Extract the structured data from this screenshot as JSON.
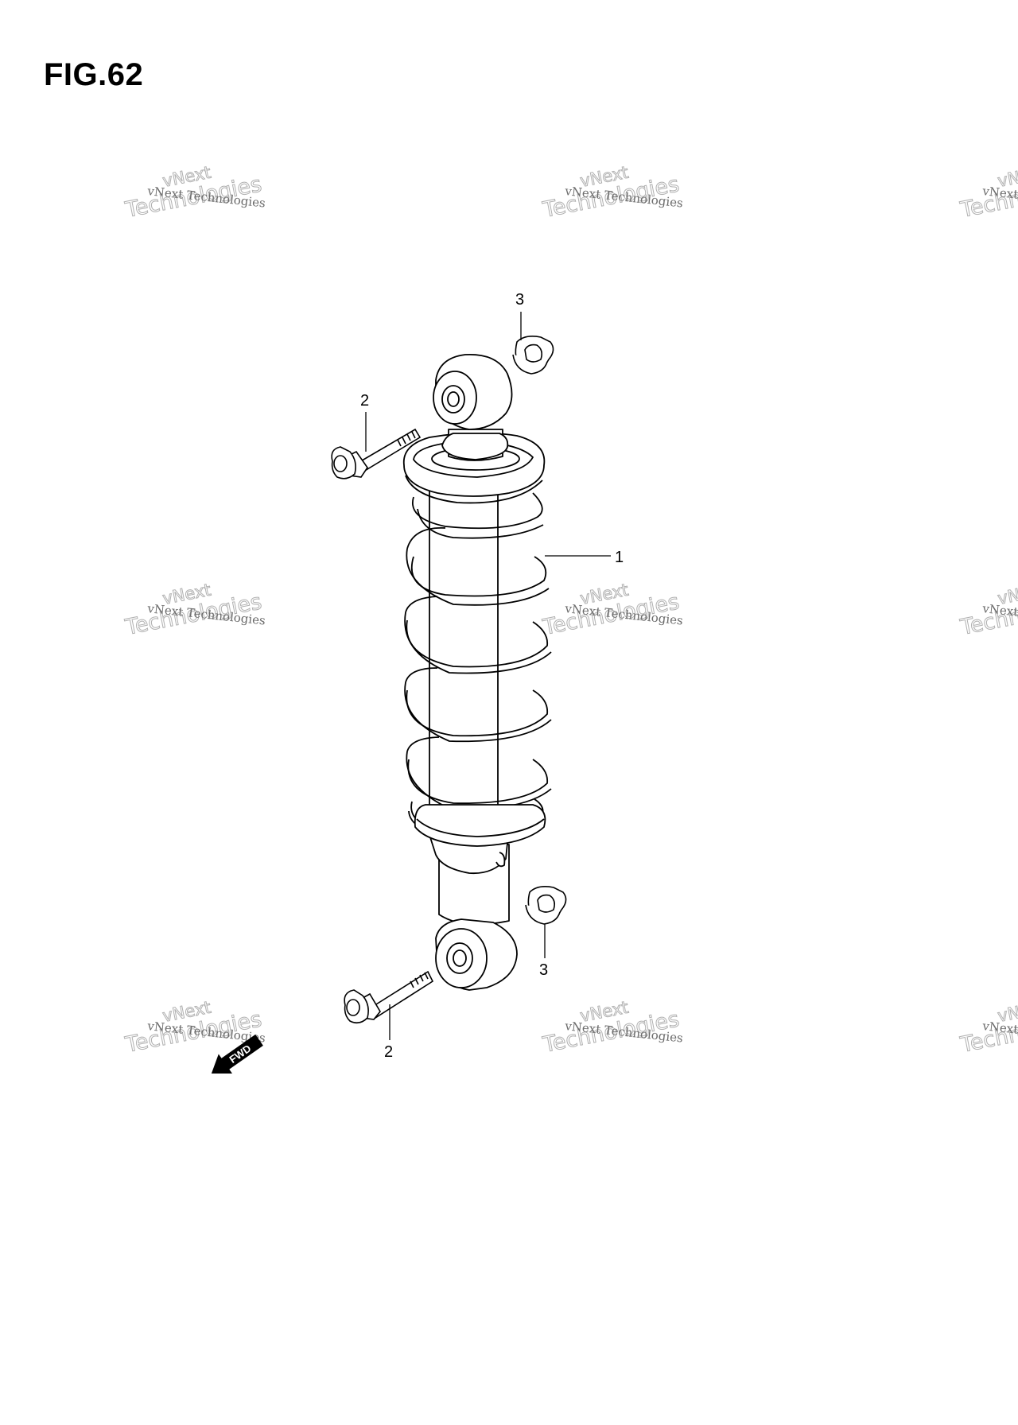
{
  "figure": {
    "title": "FIG.62"
  },
  "callouts": [
    {
      "number": "1",
      "part": "shock-absorber"
    },
    {
      "number": "2",
      "part": "upper-bolt"
    },
    {
      "number": "2",
      "part": "lower-bolt"
    },
    {
      "number": "3",
      "part": "upper-nut"
    },
    {
      "number": "3",
      "part": "lower-nut"
    }
  ],
  "watermark": {
    "line1": "vNext Technologies",
    "line2": "vNext",
    "line3": "Technologies"
  },
  "direction_marker": {
    "label": "FWD"
  }
}
